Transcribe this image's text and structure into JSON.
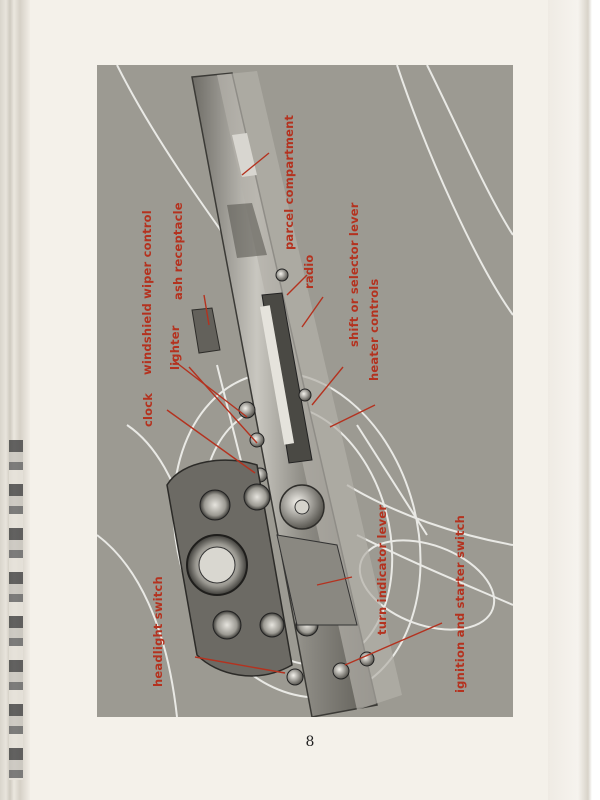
{
  "document": {
    "page_number": "8"
  },
  "figure": {
    "labels": {
      "parcel_compartment": "parcel compartment",
      "radio": "radio",
      "shift_lever": "shift or selector lever",
      "heater_controls": "heater controls",
      "ash_receptacle": "ash receptacle",
      "windshield_wiper_control": "windshield wiper control",
      "lighter": "lighter",
      "clock": "clock",
      "turn_indicator_lever": "turn indicator lever",
      "ignition_starter_switch": "ignition and starter switch",
      "headlight_switch": "headlight switch"
    },
    "colors": {
      "label_red": "#b4321f",
      "photo_gray": "#9a9890",
      "outline_white": "#f2f2ee"
    }
  }
}
